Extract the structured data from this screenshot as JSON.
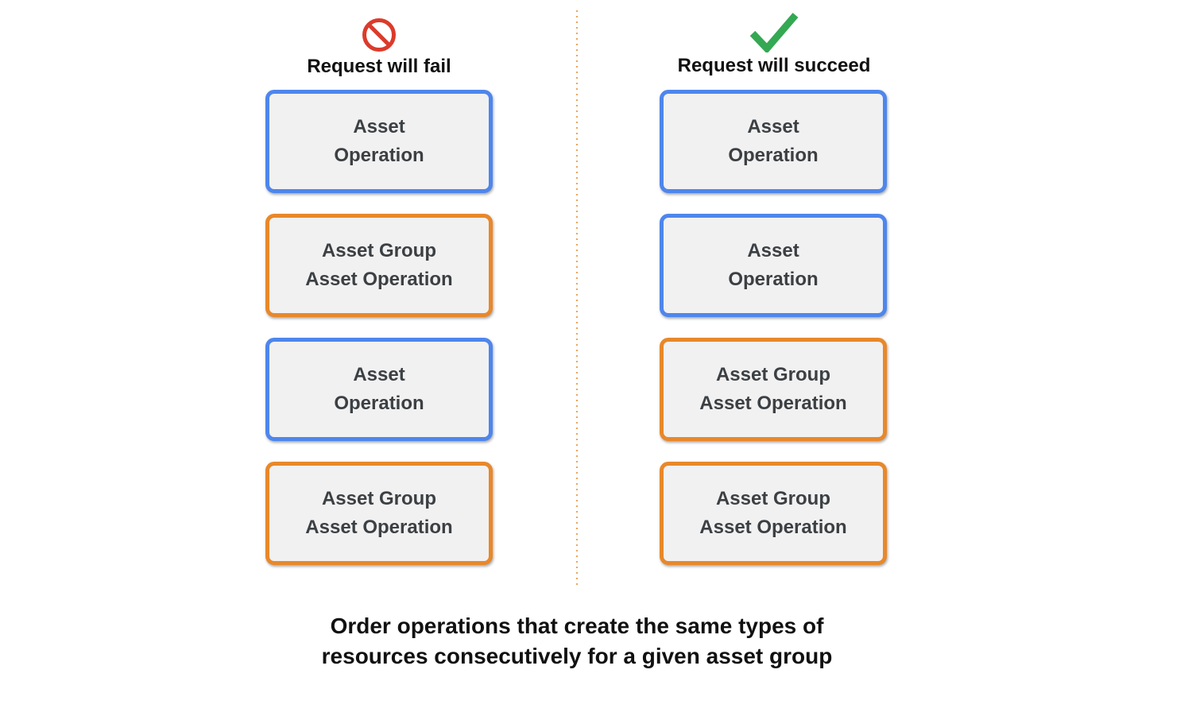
{
  "page": {
    "background": "#ffffff",
    "caption": "Order operations that create the same types of\nresources consecutively for a given asset group"
  },
  "colors": {
    "blue_border": "#4e86ec",
    "orange_border": "#e8882a",
    "box_fill": "#f1f1f2",
    "box_text": "#3c4043",
    "fail_icon_red": "#db3b2b",
    "success_icon_green": "#34a853",
    "divider_dots_orange": "#eba55a",
    "heading_text": "#111111"
  },
  "columns": {
    "fail": {
      "heading": "Request will fail",
      "icon": "prohibited-icon",
      "boxes": [
        {
          "label": "Asset\nOperation",
          "border": "blue"
        },
        {
          "label": "Asset Group\nAsset Operation",
          "border": "orange"
        },
        {
          "label": "Asset\nOperation",
          "border": "blue"
        },
        {
          "label": "Asset Group\nAsset Operation",
          "border": "orange"
        }
      ]
    },
    "succeed": {
      "heading": "Request will succeed",
      "icon": "check-icon",
      "boxes": [
        {
          "label": "Asset\nOperation",
          "border": "blue"
        },
        {
          "label": "Asset\nOperation",
          "border": "blue"
        },
        {
          "label": "Asset Group\nAsset Operation",
          "border": "orange"
        },
        {
          "label": "Asset Group\nAsset Operation",
          "border": "orange"
        }
      ]
    }
  }
}
